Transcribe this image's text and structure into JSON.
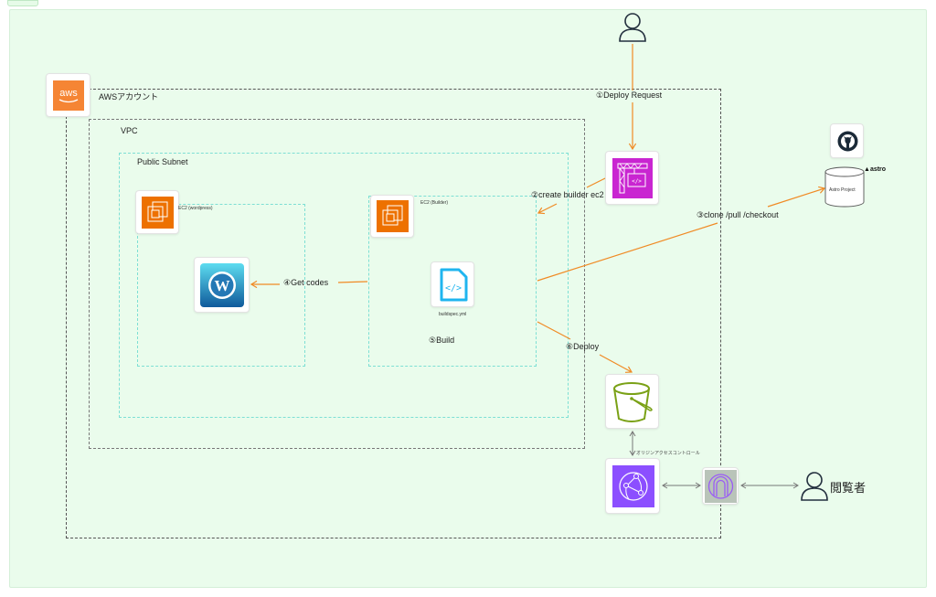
{
  "labels": {
    "aws_account": "AWSアカウント",
    "vpc": "VPC",
    "public_subnet": "Public Subnet",
    "ec2_wordpress": "EC2 (wordpress)",
    "ec2_builder": "EC2 (Builder)",
    "buildspec": "buildspec.yml",
    "astro_project": "Astro Project",
    "astro_logo": "astro",
    "oac": "オリジンアクセスコントロール",
    "viewer": "閲覧者"
  },
  "steps": [
    {
      "num": "①",
      "text": "Deploy Request"
    },
    {
      "num": "②",
      "text": "create builder ec2"
    },
    {
      "num": "③",
      "text": "clone /pull /checkout"
    },
    {
      "num": "④",
      "text": "Get codes"
    },
    {
      "num": "⑤",
      "text": "Build"
    },
    {
      "num": "⑥",
      "text": "Deploy"
    }
  ],
  "icons": {
    "aws": "aws-logo",
    "ec2": "ec2-icon",
    "wordpress": "wordpress-icon",
    "buildspec": "code-file-icon",
    "codebuild": "codebuild-icon",
    "github": "github-icon",
    "s3": "s3-bucket-icon",
    "cloudfront": "cloudfront-icon",
    "gateway": "gateway-icon",
    "user": "user-icon"
  },
  "colors": {
    "background": "#eafcec",
    "arrow": "#f08a24",
    "aws_orange": "#f58534",
    "ec2_orange": "#ed7100",
    "codebuild_magenta": "#c925d1",
    "cloudfront_purple": "#8c4fff",
    "s3_green": "#7aa116",
    "subnet_cyan": "#7ddfd4"
  }
}
